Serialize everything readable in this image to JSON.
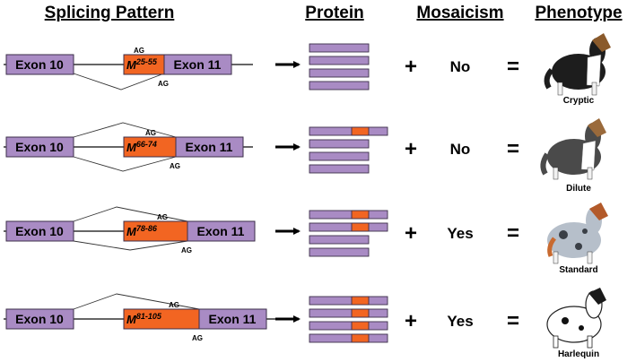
{
  "headers": {
    "splicing": "Splicing Pattern",
    "protein": "Protein",
    "mosaicism": "Mosaicism",
    "phenotype": "Phenotype"
  },
  "acceptor_label": "AG",
  "operators": {
    "plus": "+",
    "equals": "="
  },
  "colors": {
    "exon": "#a98bc4",
    "insertion": "#f26522"
  },
  "rows": [
    {
      "exon_left": "Exon 10",
      "exon_right": "Exon 11",
      "allele_base": "M",
      "allele_range": "25-55",
      "mosaicism": "No",
      "phenotype": "Cryptic",
      "protein_bars_with_insertion": 0,
      "protein_bars_total": 4
    },
    {
      "exon_left": "Exon 10",
      "exon_right": "Exon 11",
      "allele_base": "M",
      "allele_range": "66-74",
      "mosaicism": "No",
      "phenotype": "Dilute",
      "protein_bars_with_insertion": 1,
      "protein_bars_total": 4
    },
    {
      "exon_left": "Exon 10",
      "exon_right": "Exon 11",
      "allele_base": "M",
      "allele_range": "78-86",
      "mosaicism": "Yes",
      "phenotype": "Standard",
      "protein_bars_with_insertion": 2,
      "protein_bars_total": 4
    },
    {
      "exon_left": "Exon 10",
      "exon_right": "Exon 11",
      "allele_base": "M",
      "allele_range": "81-105",
      "mosaicism": "Yes",
      "phenotype": "Harlequin",
      "protein_bars_with_insertion": 4,
      "protein_bars_total": 4
    }
  ]
}
